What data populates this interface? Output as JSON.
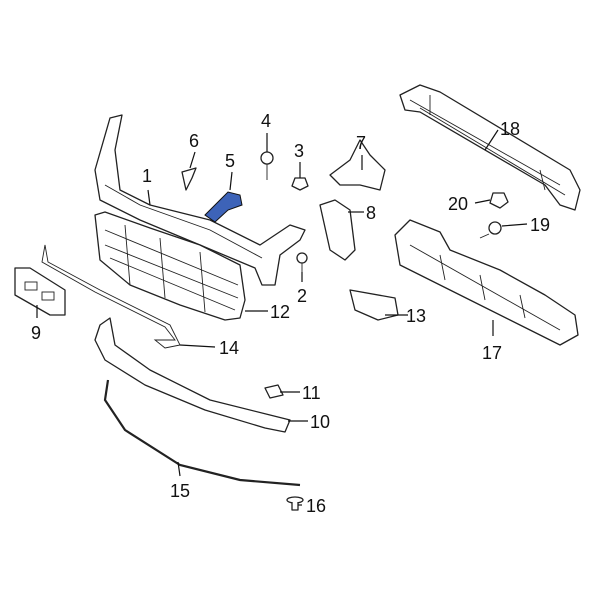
{
  "diagram": {
    "highlight_color": "#3d63b8",
    "highlighted_part": "5",
    "callouts": [
      {
        "id": "c1",
        "label": "1"
      },
      {
        "id": "c2",
        "label": "2"
      },
      {
        "id": "c3",
        "label": "3"
      },
      {
        "id": "c4",
        "label": "4"
      },
      {
        "id": "c5",
        "label": "5"
      },
      {
        "id": "c6",
        "label": "6"
      },
      {
        "id": "c7",
        "label": "7"
      },
      {
        "id": "c8",
        "label": "8"
      },
      {
        "id": "c9",
        "label": "9"
      },
      {
        "id": "c10",
        "label": "10"
      },
      {
        "id": "c11",
        "label": "11"
      },
      {
        "id": "c12",
        "label": "12"
      },
      {
        "id": "c13",
        "label": "13"
      },
      {
        "id": "c14",
        "label": "14"
      },
      {
        "id": "c15",
        "label": "15"
      },
      {
        "id": "c16",
        "label": "16"
      },
      {
        "id": "c17",
        "label": "17"
      },
      {
        "id": "c18",
        "label": "18"
      },
      {
        "id": "c19",
        "label": "19"
      },
      {
        "id": "c20",
        "label": "20"
      }
    ]
  }
}
